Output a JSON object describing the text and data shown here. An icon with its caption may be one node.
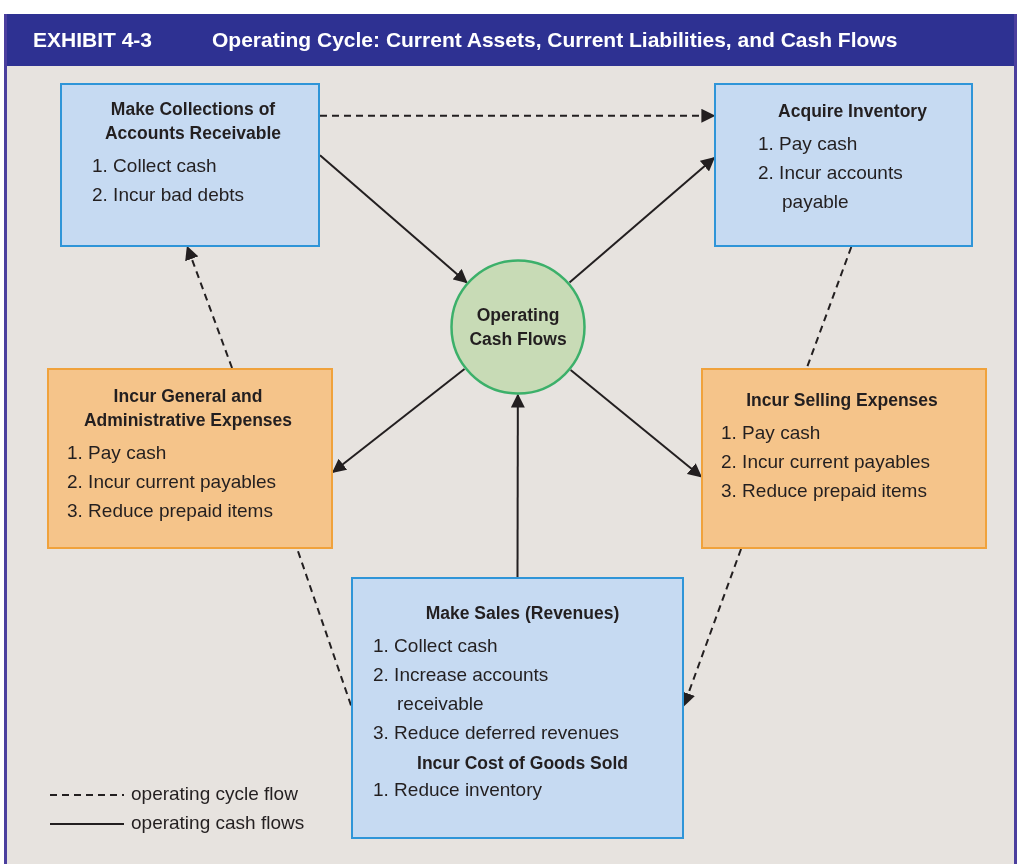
{
  "diagram": {
    "title": "Operating Cycle: Current Assets, Current Liabilities, and Cash Flows",
    "nodes": [
      {
        "text": [
          "Make Collections of Accounts Receivable",
          "1. Collect cash",
          "2. Incur bad debts"
        ]
      },
      {
        "text": [
          "Acquire Inventory",
          "1. Pay cash",
          "2. Incur accounts payable"
        ]
      },
      {
        "text": [
          "Operating Cash Flows"
        ]
      },
      {
        "text": [
          "Incur General and Administrative Expenses",
          "1. Pay cash",
          "2. Incur current payables",
          "3. Reduce prepaid items"
        ]
      },
      {
        "text": [
          "Incur Selling Expenses",
          "1. Pay cash",
          "2. Incur current payables",
          "3. Reduce prepaid items"
        ]
      },
      {
        "text": [
          "Make Sales (Revenues)",
          "1. Collect cash",
          "2. Increase accounts receivable",
          "3. Reduce deferred revenues",
          "Incur Cost of Goods Sold",
          "1. Reduce inventory"
        ]
      }
    ],
    "edges": [
      {
        "from": 0,
        "to": 1,
        "arrow": "to",
        "style": "dashed"
      },
      {
        "from": 0,
        "to": 2,
        "arrow": "to"
      },
      {
        "from": 2,
        "to": 1,
        "arrow": "to"
      },
      {
        "from": 2,
        "to": 3,
        "arrow": "to"
      },
      {
        "from": 2,
        "to": 4,
        "arrow": "to"
      },
      {
        "from": 5,
        "to": 2,
        "arrow": "to"
      },
      {
        "from": 3,
        "to": 0,
        "arrow": "to",
        "style": "dashed"
      },
      {
        "from": 1,
        "to": 4,
        "arrow": "none",
        "style": "dashed"
      },
      {
        "from": 4,
        "to": 5,
        "arrow": "to",
        "style": "dashed"
      },
      {
        "from": 5,
        "to": 3,
        "arrow": "none",
        "style": "dashed"
      }
    ],
    "labels": [
      "EXHIBIT 4-3"
    ],
    "legend": [
      {
        "text": "operating cycle flow"
      },
      {
        "text": "operating cash flows"
      }
    ]
  }
}
